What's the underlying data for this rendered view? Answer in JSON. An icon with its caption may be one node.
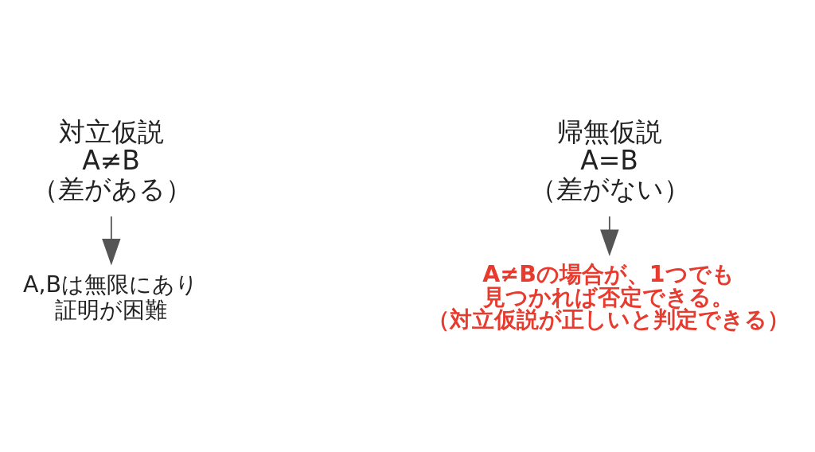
{
  "diagram": {
    "nodes": [
      {
        "text": [
          "対立仮説",
          "A≠B",
          "（差がある）"
        ]
      },
      {
        "text": [
          "A,Bは無限にあり証明が困難"
        ]
      },
      {
        "text": [
          "帰無仮説",
          "A=B",
          "（差がない）"
        ]
      },
      {
        "text": [
          "A≠Bの場合が、1つでも見つかれば否定できる。",
          "（対立仮説が正しいと判定できる）"
        ]
      }
    ],
    "edges": [
      {
        "from": 0,
        "to": 1,
        "arrow": "to"
      },
      {
        "from": 2,
        "to": 3,
        "arrow": "to"
      }
    ]
  }
}
